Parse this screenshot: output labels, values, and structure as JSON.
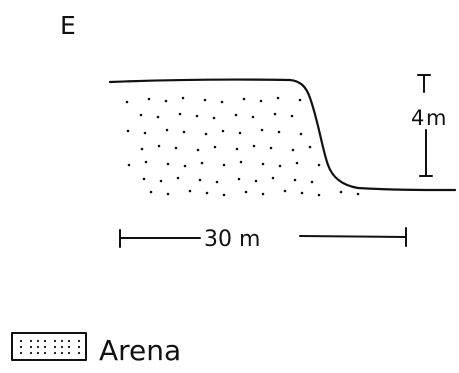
{
  "panel_label": "E",
  "height_label": {
    "number": "4",
    "unit": "m"
  },
  "width_label": "30 m",
  "legend": {
    "items": [
      {
        "label": "Arena",
        "pattern": "stipple"
      }
    ]
  },
  "colors": {
    "ink": "#111111",
    "background": "#ffffff"
  }
}
